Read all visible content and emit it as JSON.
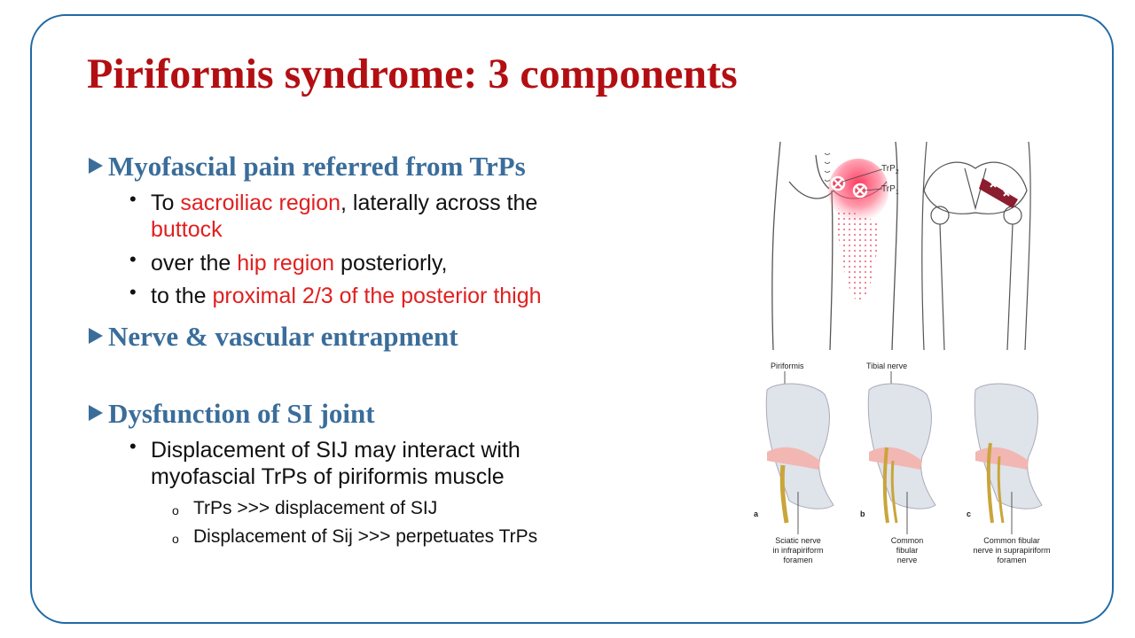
{
  "slide": {
    "title": "Piriformis syndrome: 3 components",
    "colors": {
      "title": "#b30f12",
      "heading": "#3a6d9a",
      "highlight": "#e02020",
      "frame": "#1f6aa5"
    }
  },
  "sections": [
    {
      "heading": "Myofascial pain referred from TrPs",
      "bullets": [
        {
          "pre": "To ",
          "hl": "sacroiliac region",
          "post": ", laterally across the",
          "line2": "buttock"
        },
        {
          "pre": "over the ",
          "hl": "hip region",
          "post": " posteriorly,"
        },
        {
          "pre": "to the ",
          "hl": "proximal 2/3 of the posterior thigh"
        }
      ]
    },
    {
      "heading": "Nerve & vascular entrapment"
    },
    {
      "heading": "Dysfunction of SI joint",
      "bullets": [
        {
          "line1": "Displacement of SIJ may interact with",
          "line2": "myofascial TrPs of piriformis muscle"
        }
      ],
      "subbullets": [
        "TrPs >>> displacement of  SIJ",
        "Displacement of Sij >>> perpetuates TrPs"
      ]
    }
  ],
  "figure_top": {
    "label_trp2": "TrP",
    "sub_2": "2",
    "label_trp1": "TrP",
    "sub_1": "1"
  },
  "figure_bottom": {
    "label_piriformis": "Piriformis",
    "label_tibial": "Tibial nerve",
    "panels": [
      {
        "letter": "a",
        "caption": [
          "Sciatic nerve",
          "in infrapiriform",
          "foramen"
        ]
      },
      {
        "letter": "b",
        "caption": [
          "Common",
          "fibular",
          "nerve"
        ]
      },
      {
        "letter": "c",
        "caption": [
          "Common fibular",
          "nerve in suprapiriform",
          "foramen"
        ]
      }
    ]
  }
}
